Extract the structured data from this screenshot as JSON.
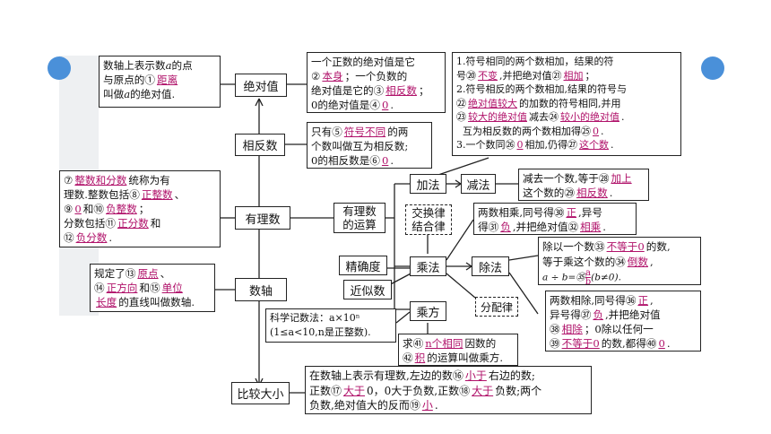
{
  "abs_def": {
    "l1": "数轴上表示数",
    "var_a": "a",
    "l1b": "的点",
    "l2": "与原点的①",
    "a1": "距离",
    "l3a": "叫做",
    "l3b": "的绝对值."
  },
  "abs_node": "绝对值",
  "abs_prop": {
    "l1": "一个正数的绝对值是它",
    "n2": "②",
    "a2": "本身",
    "l2b": "；一个负数的",
    "l3": "绝对值是它的③",
    "a3": "相反数",
    "l3b": "；",
    "l4": "0的绝对值是④",
    "a4": "0",
    "l4b": "."
  },
  "add_rules": {
    "r1a": "1.符号相同的两个数相加，结果的符",
    "r1b": "号⑳",
    "a20": "不变",
    "r1c": ",并把绝对值㉑",
    "a21": "相加",
    "r1d": "；",
    "r2a": "2.符号相反的两个数相加,结果的符号与",
    "r2b": "㉒",
    "a22": "绝对值较大",
    "r2c": "的加数的符号相同,并用",
    "r2d": "㉓",
    "a23": "较大的绝对值",
    "r2e": "减去㉔",
    "a24": "较小的绝对值",
    "r2f": ".",
    "r2g": "互为相反数的两个数相加得㉕",
    "a25": "0",
    "r2h": ".",
    "r3a": "3.一个数同㉖",
    "a26": "0",
    "r3b": "相加,仍得㉗",
    "a27": "这个数",
    "r3c": "."
  },
  "opp_node": "相反数",
  "opp_def": {
    "l1": "只有⑤",
    "a5": "符号不同",
    "l1b": "的两",
    "l2": "个数叫做互为相反数;",
    "l3": "0的相反数是⑥",
    "a6": "0",
    "l3b": "."
  },
  "add_node": "加法",
  "sub_node": "减法",
  "sub_rule": {
    "l1": "减去一个数,等于㉘",
    "a28": "加上",
    "l2": "这个数的㉙",
    "a29": "相反数",
    "l2b": "."
  },
  "rational_def": {
    "n7": "⑦",
    "a7": "整数和分数",
    "l1b": "统称为有",
    "l2": "理数.整数包括⑧",
    "a8": "正整数",
    "l2b": "、",
    "l3": "⑨",
    "a9": "0",
    "l3b": "和⑩",
    "a10": "负整数",
    "l3c": "；",
    "l4": "分数包括⑪",
    "a11": "正分数",
    "l4b": "和",
    "l5": "⑫",
    "a12": "负分数",
    "l5b": "."
  },
  "rational_node": "有理数",
  "ops_node": "有理数\n的运算",
  "law1_node": "交换律\n结合律",
  "mul_rule": {
    "l1": "两数相乘,同号得㉚",
    "a30": "正",
    "l1b": ",异号",
    "l2": "得㉛",
    "a31": "负",
    "l2b": ",并把绝对值㉜",
    "a32": "相乘",
    "l2c": "."
  },
  "precision_node": "精确度",
  "mul_node": "乘法",
  "div_node": "除法",
  "div_rule": {
    "l1": "除以一个数㉝",
    "a33": "不等于0",
    "l1b": "的数,",
    "l2": "等于乘这个数的㉞",
    "a34": "倒数",
    "l2b": ",",
    "l3a": "a ÷ b=㉟",
    "frac_top": "a",
    "frac_bot": "b",
    "l3b": "(b≠0)."
  },
  "axis_def": {
    "l1": "规定了⑬",
    "a13": "原点",
    "l1b": "、",
    "l2": "⑭",
    "a14": "正方向",
    "l2b": "和⑮",
    "a15": "单位",
    "l3a": "长度",
    "l3b": "的直线叫做数轴."
  },
  "axis_node": "数轴",
  "approx_node": "近似数",
  "dist_node": "分配律",
  "div_rule2": {
    "l1": "两数相除,同号得㊱",
    "a36": "正",
    "l1b": ",",
    "l2": "异号得㊲",
    "a37": "负",
    "l2b": ",并把绝对值",
    "l3": "㊳",
    "a38": "相除",
    "l3b": "；0除以任何一",
    "l4": "㊴",
    "a39": "不等于0",
    "l4b": "的数,都得㊵",
    "a40": "0",
    "l4c": "."
  },
  "sci": {
    "l1": "科学记数法：a×10ⁿ",
    "l2": "(1≤a<10,n是正整数)."
  },
  "pow_node": "乘方",
  "pow_def": {
    "l1": "求㊶",
    "a41": "n个相同",
    "l1b": "因数的",
    "l2": "㊷",
    "a42": "积",
    "l2b": "的运算叫做乘方."
  },
  "cmp_node": "比较大小",
  "cmp_rule": {
    "l1": "在数轴上表示有理数,左边的数⑯",
    "a16": "小于",
    "l1b": "右边的数;",
    "l2": "正数⑰",
    "a17": "大于",
    "l2b": "0，0大于负数,正数⑱",
    "a18": "大于",
    "l2c": "负数;两个",
    "l3": "负数,绝对值大的反而⑲",
    "a19": "小",
    "l3b": "."
  },
  "colors": {
    "answer": "#b0126a",
    "dot": "#4a90d9",
    "border": "#222222"
  }
}
